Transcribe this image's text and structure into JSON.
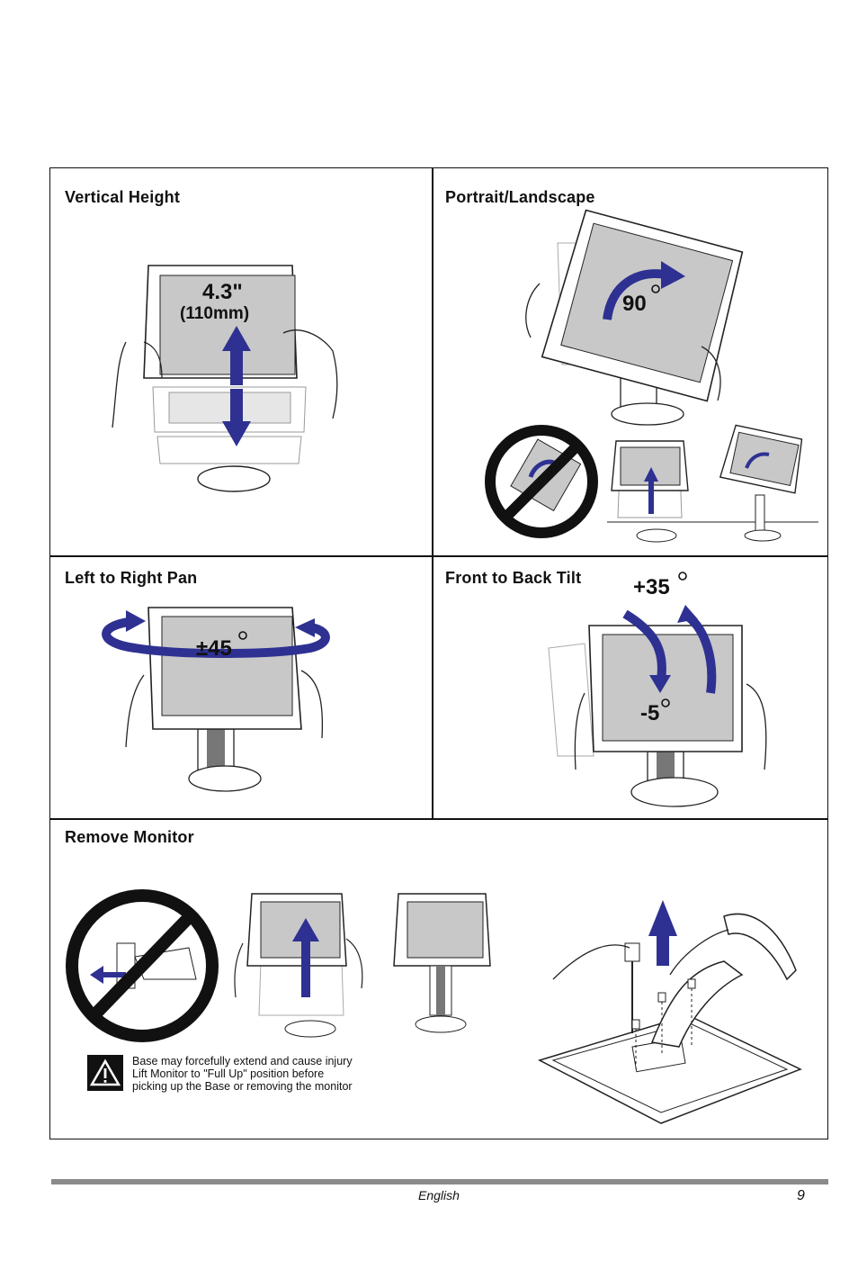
{
  "sections": {
    "vertical_height": {
      "title": "Vertical   Height",
      "value": "4.3\"",
      "sub": "(110mm)"
    },
    "portrait_landscape": {
      "title": "Portrait/Landscape",
      "angle": "90"
    },
    "pan": {
      "title": "Left   to   Right   Pan",
      "angle": "±45"
    },
    "tilt": {
      "title": "Front   to   Back   Tilt",
      "up": "+35",
      "down": "-5"
    },
    "remove": {
      "title": "Remove   Monitor",
      "warning": [
        "Base may forcefully extend and cause injury",
        "Lift Monitor to \"Full Up\" position before",
        "picking up the Base or removing the monitor"
      ]
    }
  },
  "footer": {
    "language": "English",
    "page": "9"
  },
  "colors": {
    "arrow": "#2e3192",
    "screen": "#c8c8c8",
    "line": "#111111"
  }
}
